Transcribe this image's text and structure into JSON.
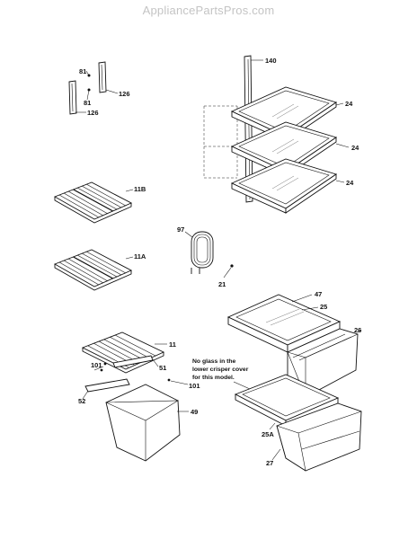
{
  "header": {
    "site_title": "AppliancePartsPros.com"
  },
  "parts": {
    "p140": "140",
    "p126a": "126",
    "p126b": "126",
    "p81a": "81",
    "p81b": "81",
    "p24a": "24",
    "p24b": "24",
    "p24c": "24",
    "p11b": "11B",
    "p11a": "11A",
    "p97": "97",
    "p21": "21",
    "p47": "47",
    "p25": "25",
    "p26": "26",
    "p11": "11",
    "p101a": "101",
    "p101b": "101",
    "p51": "51",
    "p52": "52",
    "p49": "49",
    "p25a": "25A",
    "p27": "27"
  },
  "note": {
    "line1": "No glass in the",
    "line2": "lower crisper cover",
    "line3": "for this model."
  }
}
